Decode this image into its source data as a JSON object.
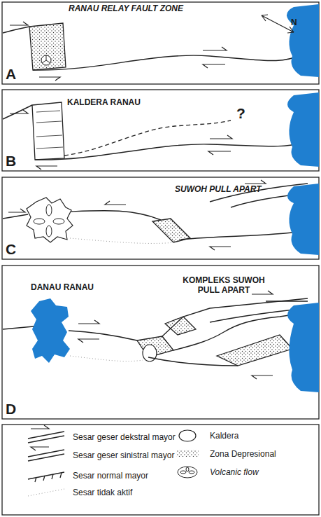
{
  "diagram": {
    "labels": [
      "RANAU RELAY FAULT ZONE",
      "N",
      "A",
      "KALDERA RANAU",
      "?",
      "B",
      "SUWOH PULL APART",
      "C",
      "DANAU RANAU",
      "KOMPLEKS SUWOH PULL APART",
      "D"
    ],
    "legend": [
      {
        "text": "Sesar geser dekstral mayor"
      },
      {
        "text": "Sesar geser sinistral mayor"
      },
      {
        "text": "Sesar normal mayor"
      },
      {
        "text": "Sesar tidak aktif"
      },
      {
        "text": "Kaldera"
      },
      {
        "text": "Zona Depresional"
      },
      {
        "text": "Volcanic flow"
      }
    ]
  }
}
